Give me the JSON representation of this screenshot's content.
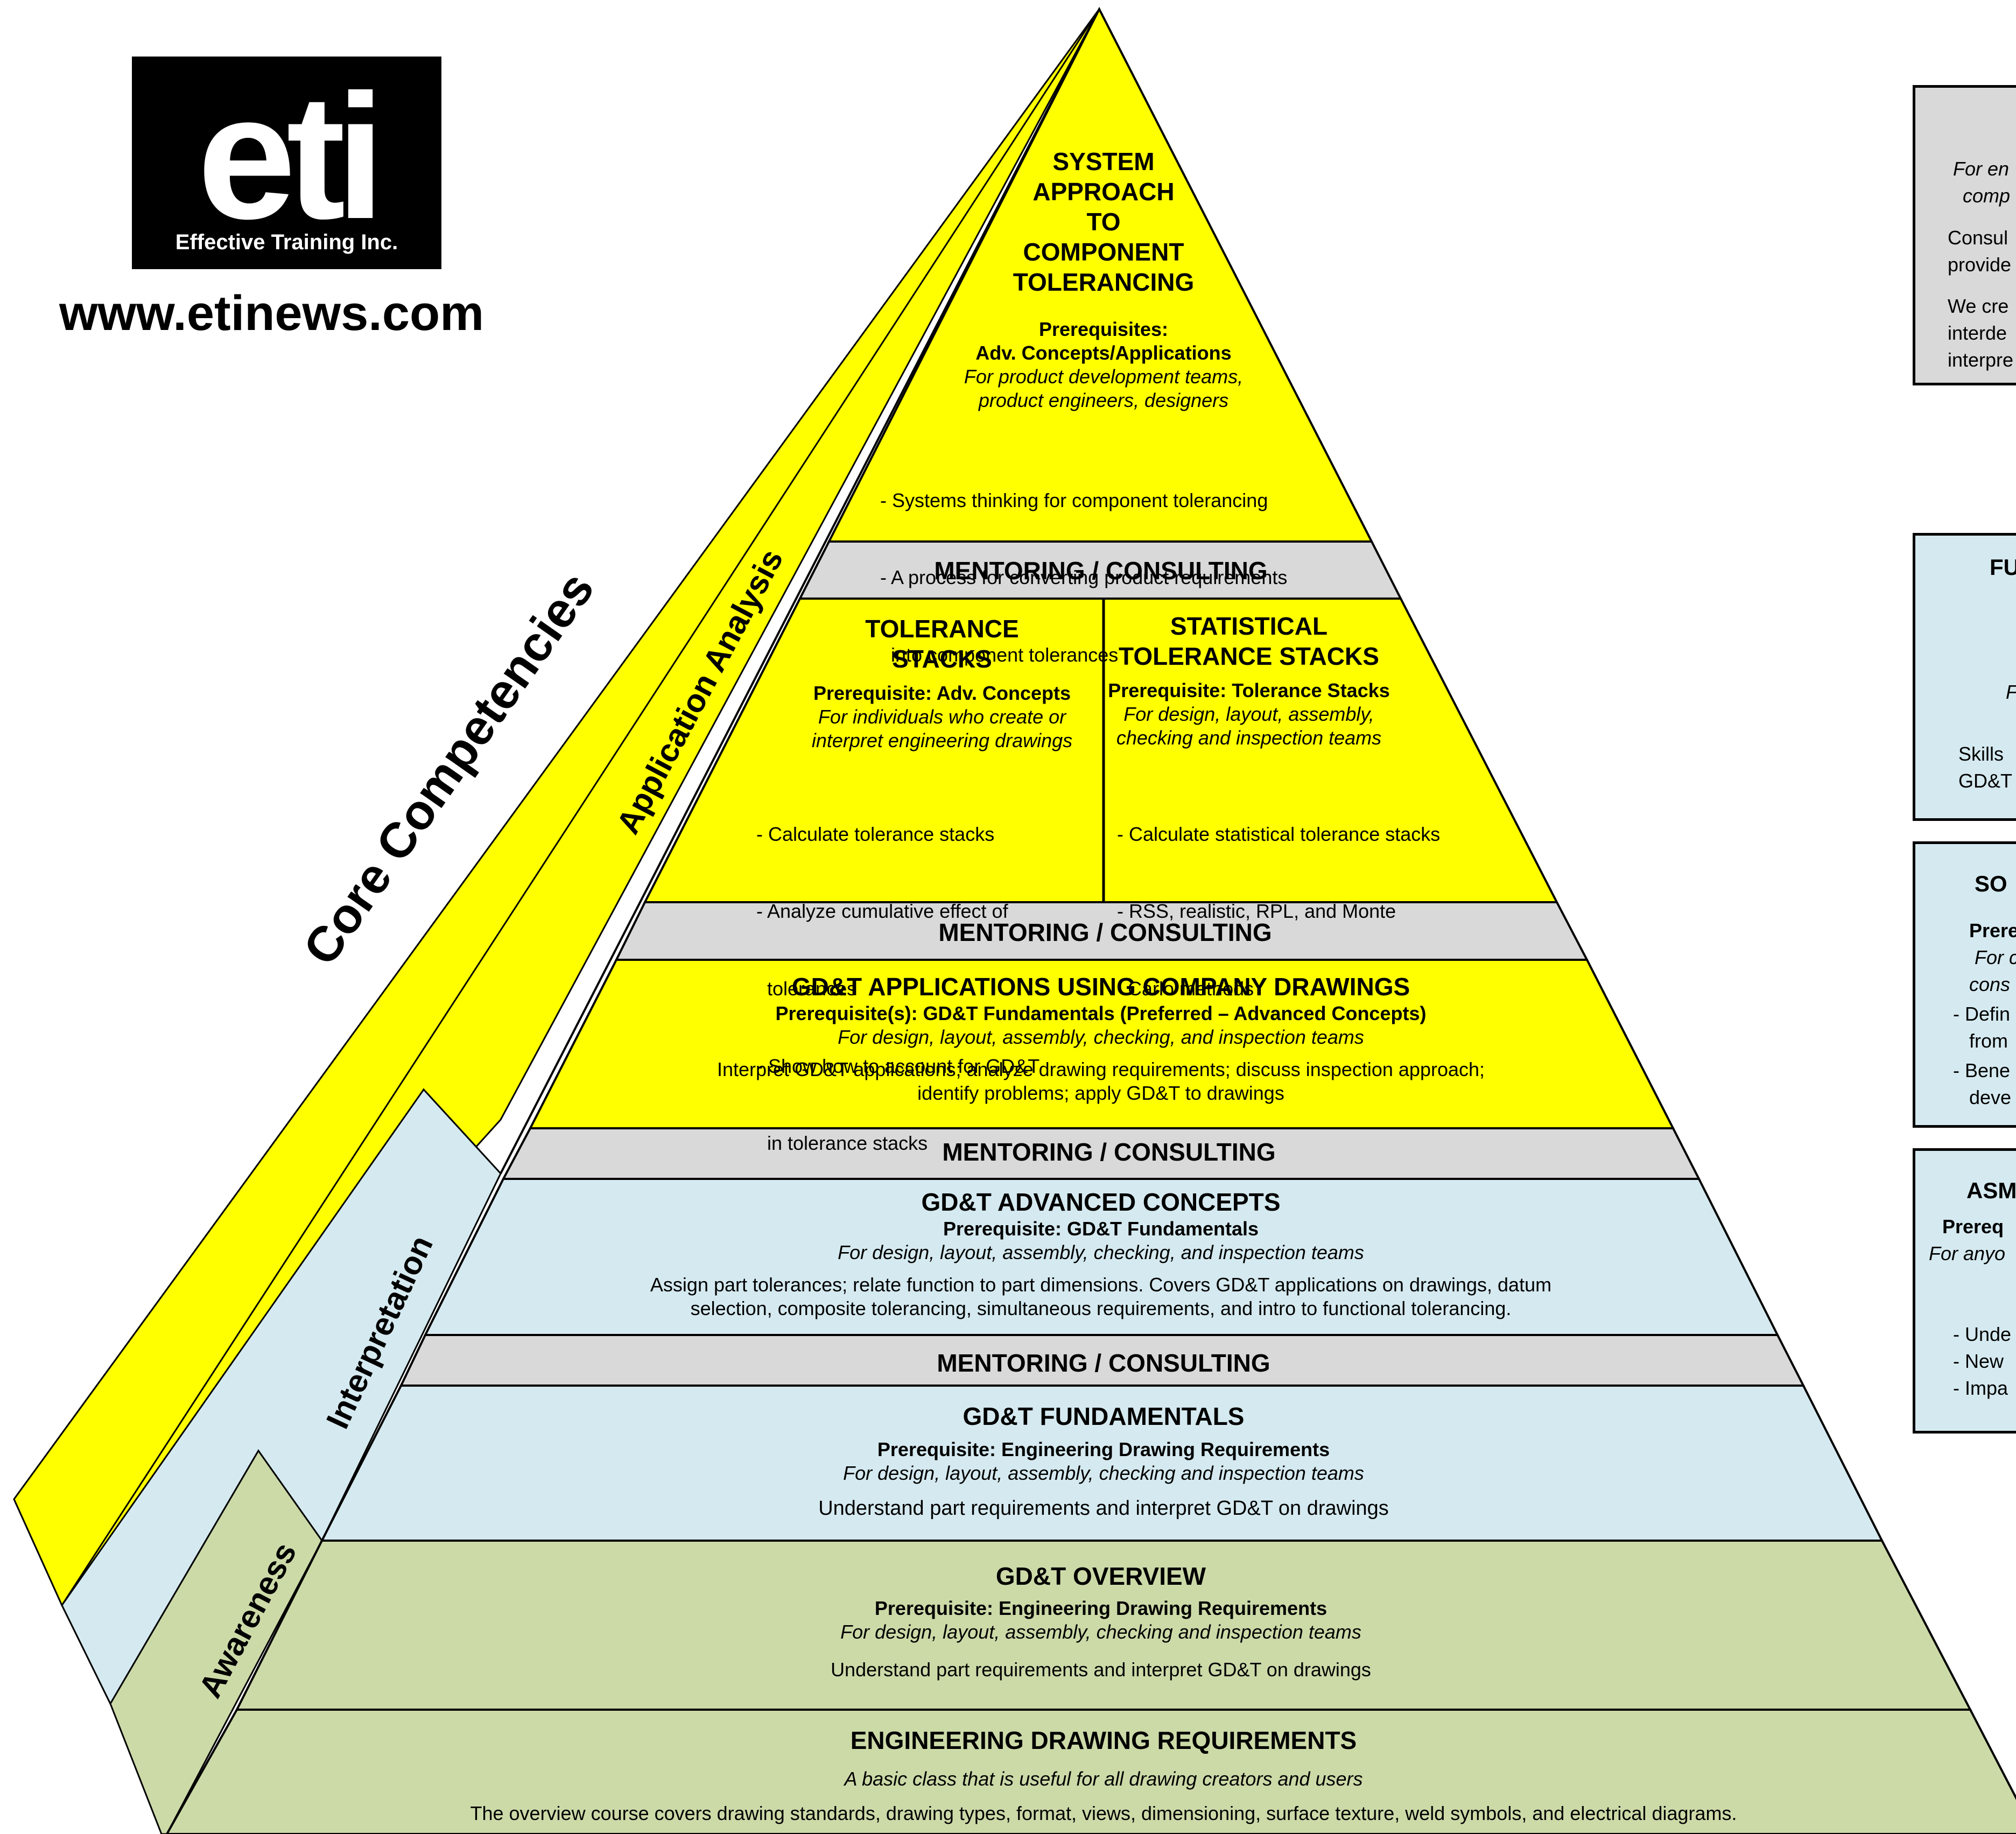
{
  "colors": {
    "yellow": "#FFFF00",
    "light_blue": "#D5EAF0",
    "sage_green": "#CCDAA8",
    "gray_band": "#D9D9D9",
    "side_gray": "#D9D9D9"
  },
  "logo": {
    "letters": "eti",
    "tagline": "Effective Training Inc.",
    "url": "www.etinews.com"
  },
  "side_labels": {
    "core": "Core Competencies",
    "application": "Application Analysis",
    "interpretation": "Interpretation",
    "awareness": "Awareness"
  },
  "mentoring_label": "MENTORING / CONSULTING",
  "levels": {
    "system": {
      "title": [
        "SYSTEM",
        "APPROACH",
        "TO",
        "COMPONENT",
        "TOLERANCING"
      ],
      "prereq_label": "Prerequisites:",
      "prereq": "Adv. Concepts/Applications",
      "audience": [
        "For product development teams,",
        "product engineers, designers"
      ],
      "bullets": [
        "- Systems thinking for component tolerancing",
        "- A process for converting product requirements",
        "  into component tolerances"
      ]
    },
    "tolerance_stacks": {
      "title": [
        "TOLERANCE",
        "STACKS"
      ],
      "prereq": "Prerequisite: Adv. Concepts",
      "audience": [
        "For individuals who create or",
        "interpret engineering drawings"
      ],
      "bullets": [
        "- Calculate tolerance stacks",
        "- Analyze cumulative effect of",
        "  tolerances",
        "- Show how to account for GD&T",
        "  in tolerance stacks"
      ]
    },
    "statistical": {
      "title": [
        "STATISTICAL",
        "TOLERANCE STACKS"
      ],
      "prereq": "Prerequisite: Tolerance Stacks",
      "audience": [
        "For design, layout, assembly,",
        "checking and inspection teams"
      ],
      "bullets": [
        "- Calculate statistical tolerance stacks",
        "- RSS, realistic, RPL, and Monte",
        "  Carlo methods"
      ]
    },
    "applications": {
      "title": "GD&T APPLICATIONS USING COMPANY DRAWINGS",
      "prereq": "Prerequisite(s): GD&T Fundamentals (Preferred – Advanced Concepts)",
      "audience": "For design, layout, assembly, checking, and inspection teams",
      "desc": [
        "Interpret GD&T applications; analyze drawing requirements; discuss inspection approach;",
        "identify problems; apply GD&T to drawings"
      ]
    },
    "advanced": {
      "title": "GD&T ADVANCED CONCEPTS",
      "prereq": "Prerequisite: GD&T Fundamentals",
      "audience": "For design, layout, assembly, checking, and inspection teams",
      "desc": [
        "Assign part tolerances; relate function to part dimensions. Covers GD&T applications on drawings, datum",
        "selection, composite tolerancing, simultaneous requirements, and intro to functional tolerancing."
      ]
    },
    "fundamentals": {
      "title": "GD&T FUNDAMENTALS",
      "prereq": "Prerequisite: Engineering Drawing Requirements",
      "audience": "For design, layout, assembly, checking and inspection teams",
      "desc": "Understand part requirements and interpret GD&T on drawings"
    },
    "overview": {
      "title": "GD&T OVERVIEW",
      "prereq": "Prerequisite: Engineering Drawing Requirements",
      "audience": "For design, layout, assembly, checking and inspection teams",
      "desc": "Understand part requirements and interpret GD&T on drawings"
    },
    "edr": {
      "title": "ENGINEERING DRAWING REQUIREMENTS",
      "audience": "A basic class that is useful for all drawing creators and users",
      "desc": "The overview course covers drawing standards, drawing types, format, views, dimensioning, surface texture, weld symbols, and electrical diagrams."
    }
  },
  "side_boxes": {
    "box1": [
      "For en",
      "comp",
      "Consul",
      "provide",
      "We cre",
      "interde",
      "interpre"
    ],
    "box2": [
      "FU",
      "F",
      "Skills",
      "GD&T"
    ],
    "box3": [
      "SO",
      "Prere",
      "For c",
      "cons",
      "- Defin",
      "from",
      "- Bene",
      "deve"
    ],
    "box4": [
      "ASM",
      "Prereq",
      "For anyo",
      "- Unde",
      "- New",
      "- Impa"
    ]
  }
}
